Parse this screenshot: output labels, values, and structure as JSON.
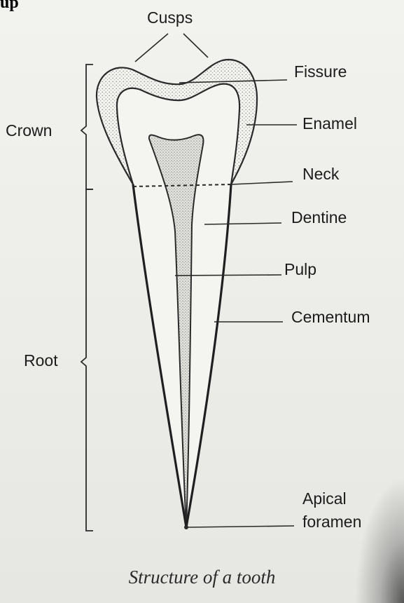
{
  "corner_text": "up",
  "labels": {
    "cusps": "Cusps",
    "fissure": "Fissure",
    "enamel": "Enamel",
    "crown": "Crown",
    "neck": "Neck",
    "dentine": "Dentine",
    "pulp": "Pulp",
    "cementum": "Cementum",
    "root": "Root",
    "apical_line1": "Apical",
    "apical_line2": "foramen"
  },
  "caption": "Structure of a tooth"
}
